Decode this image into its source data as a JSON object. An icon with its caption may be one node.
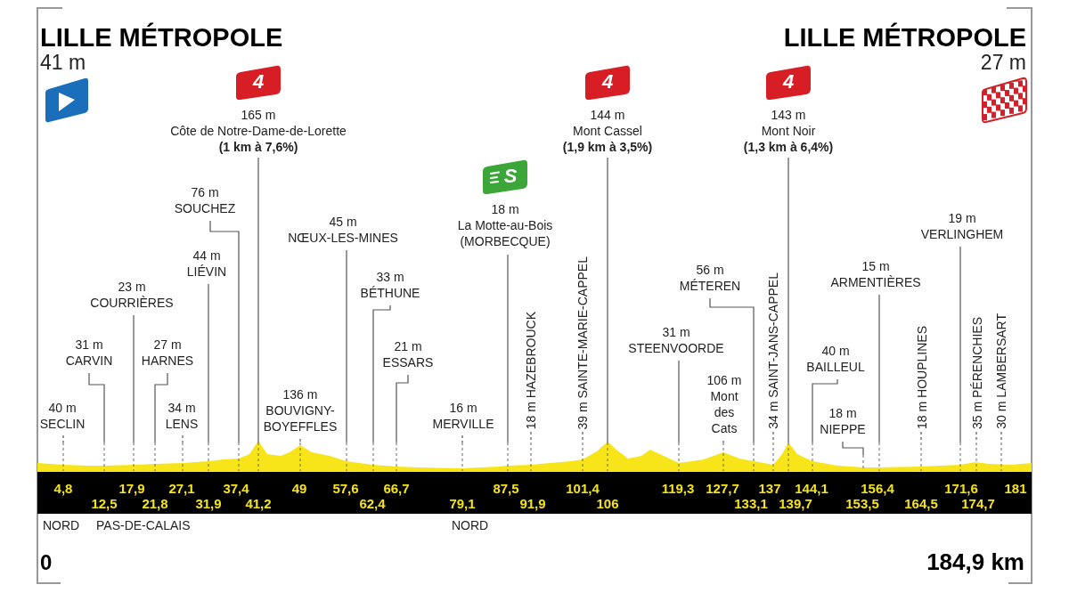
{
  "diagram": {
    "nodes": [
      {
        "text": [
          "4"
        ]
      },
      {
        "text": [
          "165 m",
          "Côte de Notre-Dame-de-Lorette",
          "(1 km à 7,6%)"
        ]
      },
      {
        "text": [
          "40 m",
          "SECLIN"
        ]
      },
      {
        "text": [
          "31 m",
          "CARVIN"
        ]
      },
      {
        "text": [
          "23 m",
          "COURRIÈRES"
        ]
      },
      {
        "text": [
          "27 m",
          "HARNES"
        ]
      },
      {
        "text": [
          "34 m",
          "LENS"
        ]
      },
      {
        "text": [
          "44 m",
          "LIÉVIN"
        ]
      },
      {
        "text": [
          "76 m",
          "SOUCHEZ"
        ]
      },
      {
        "text": [
          "136 m",
          "BOUVIGNY-BOYEFFLES"
        ]
      },
      {
        "text": [
          "45 m",
          "NŒUX-LES-MINES"
        ]
      },
      {
        "text": [
          "33 m",
          "BÉTHUNE"
        ]
      },
      {
        "text": [
          "21 m",
          "ESSARS"
        ]
      },
      {
        "text": [
          "16 m",
          "MERVILLE"
        ]
      },
      {
        "text": [
          "S"
        ]
      },
      {
        "text": [
          "18 m",
          "La Motte-au-Bois (MORBECQUE)"
        ]
      },
      {
        "text": [
          "18 m HAZEBROUCK"
        ]
      },
      {
        "text": [
          "39 m SAINTE-MARIE-CAPPEL"
        ]
      },
      {
        "text": [
          "4"
        ]
      },
      {
        "text": [
          "144 m",
          "Mont Cassel",
          "(1,9 km à 3,5%)"
        ]
      },
      {
        "text": [
          "31 m",
          "STEENVOORDE"
        ]
      },
      {
        "text": [
          "56 m",
          "MÉTEREN"
        ]
      },
      {
        "text": [
          "106 m",
          "Mont des Cats"
        ]
      },
      {
        "text": [
          "34 m SAINT-JANS-CAPPEL"
        ]
      },
      {
        "text": [
          "4"
        ]
      },
      {
        "text": [
          "143 m",
          "Mont Noir",
          "(1,3 km à 6,4%)"
        ]
      },
      {
        "text": [
          "40 m",
          "BAILLEUL"
        ]
      },
      {
        "text": [
          "18 m",
          "NIEPPE"
        ]
      },
      {
        "text": [
          "15 m",
          "ARMENTIÈRES"
        ]
      },
      {
        "text": [
          "18 m HOUPLINES"
        ]
      },
      {
        "text": [
          "19 m",
          "VERLINGHEM"
        ]
      },
      {
        "text": [
          "35 m PÉRENCHIES"
        ]
      },
      {
        "text": [
          "30 m LAMBERSART"
        ]
      },
      {
        "text": [],
        "shape": "picture"
      }
    ],
    "edges": [
      {
        "from": 1,
        "to": 33,
        "arrow": "none"
      },
      {
        "from": 2,
        "to": 33,
        "arrow": "none",
        "style": "dashed"
      },
      {
        "from": 3,
        "to": 33,
        "arrow": "none"
      },
      {
        "from": 4,
        "to": 33,
        "arrow": "none"
      },
      {
        "from": 5,
        "to": 33,
        "arrow": "none"
      },
      {
        "from": 6,
        "to": 33,
        "arrow": "none",
        "style": "dashed"
      },
      {
        "from": 7,
        "to": 33,
        "arrow": "none"
      },
      {
        "from": 8,
        "to": 33,
        "arrow": "none"
      },
      {
        "from": 9,
        "to": 33,
        "arrow": "none",
        "style": "dashed"
      },
      {
        "from": 10,
        "to": 33,
        "arrow": "none"
      },
      {
        "from": 11,
        "to": 33,
        "arrow": "none"
      },
      {
        "from": 12,
        "to": 33,
        "arrow": "none"
      },
      {
        "from": 13,
        "to": 33,
        "arrow": "none",
        "style": "dashed"
      },
      {
        "from": 15,
        "to": 33,
        "arrow": "none"
      },
      {
        "from": 16,
        "to": 33,
        "arrow": "none",
        "style": "dashed"
      },
      {
        "from": 17,
        "to": 33,
        "arrow": "none",
        "style": "dashed"
      },
      {
        "from": 19,
        "to": 33,
        "arrow": "none"
      },
      {
        "from": 20,
        "to": 33,
        "arrow": "none"
      },
      {
        "from": 21,
        "to": 33,
        "arrow": "none"
      },
      {
        "from": 22,
        "to": 33,
        "arrow": "none",
        "style": "dashed"
      },
      {
        "from": 23,
        "to": 33,
        "arrow": "none",
        "style": "dashed"
      },
      {
        "from": 25,
        "to": 33,
        "arrow": "none"
      },
      {
        "from": 26,
        "to": 33,
        "arrow": "none"
      },
      {
        "from": 27,
        "to": 33,
        "arrow": "none"
      },
      {
        "from": 28,
        "to": 33,
        "arrow": "none"
      },
      {
        "from": 29,
        "to": 33,
        "arrow": "none",
        "style": "dashed"
      },
      {
        "from": 30,
        "to": 33,
        "arrow": "none"
      },
      {
        "from": 31,
        "to": 33,
        "arrow": "none",
        "style": "dashed"
      },
      {
        "from": 32,
        "to": 33,
        "arrow": "none",
        "style": "dashed"
      }
    ],
    "labels": [
      "LILLE MÉTROPOLE",
      "41 m",
      "LILLE MÉTROPOLE",
      "27 m",
      "4,8",
      "17,9",
      "27,1",
      "37,4",
      "49",
      "57,6",
      "66,7",
      "87,5",
      "101,4",
      "119,3",
      "127,7",
      "137",
      "144,1",
      "156,4",
      "171,6",
      "181",
      "12,5",
      "21,8",
      "31,9",
      "41,2",
      "62,4",
      "79,1",
      "91,9",
      "106",
      "133,1",
      "139,7",
      "153,5",
      "164,5",
      "174,7",
      "NORD",
      "PAS-DE-CALAIS",
      "NORD",
      "0",
      "184,9 km"
    ]
  }
}
